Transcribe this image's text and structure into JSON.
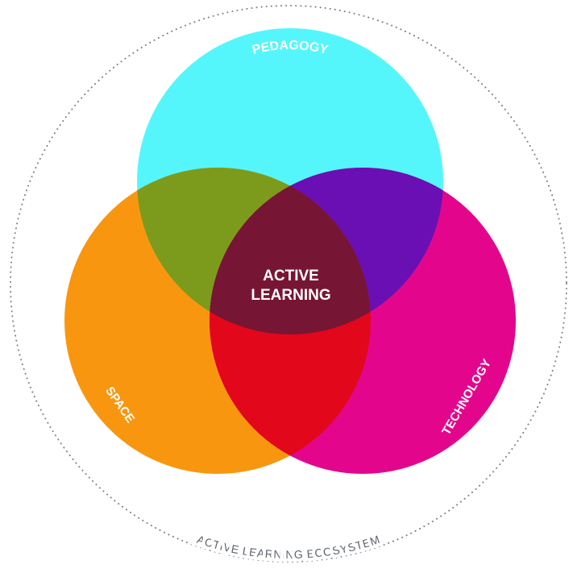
{
  "diagram": {
    "title": "ACTIVE LEARNING ECOSYSTEM",
    "center_label_line1": "ACTIVE",
    "center_label_line2": "LEARNING",
    "circles": [
      {
        "label": "PEDAGOGY",
        "color": "#55f6fb"
      },
      {
        "label": "SPACE",
        "color": "#f8970f"
      },
      {
        "label": "TECHNOLOGY",
        "color": "#e3068c"
      }
    ],
    "overlap_colors": {
      "pedagogy_space": "#7c9b1c",
      "pedagogy_technology": "#6a0fb3",
      "space_technology": "#e3071b",
      "all_three": "#771535"
    }
  }
}
